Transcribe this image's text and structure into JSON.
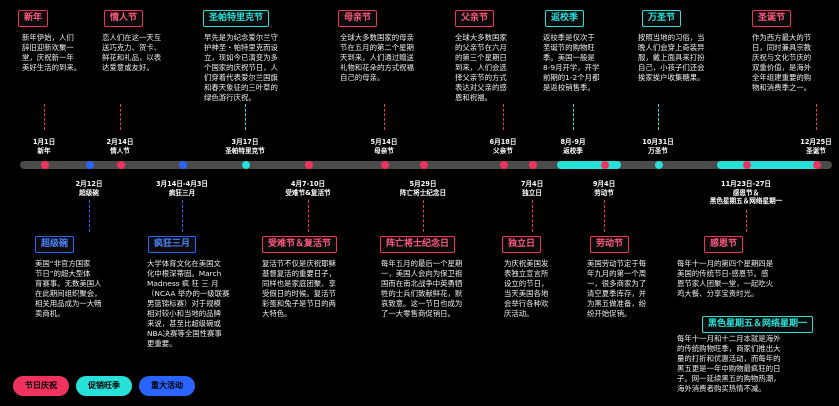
{
  "top_events": [
    {
      "tag": "新年",
      "date": "1月1日",
      "sub": "新年",
      "desc": "新年伊始，人们\n辞旧迎新欢聚一\n堂，庆祝新一年\n美好生活的到来。"
    },
    {
      "tag": "情人节",
      "date": "2月14日",
      "sub": "情人节",
      "desc": "恋人们在这一天互\n送巧克力、贺卡、\n鲜花和礼品，以表\n达爱意或友好。"
    },
    {
      "tag": "圣帕特里克节",
      "date": "3月17日",
      "sub": "圣帕特里克节",
      "desc": "早先是为纪念爱尔兰守\n护神圣・帕特里克而设\n立，现如今已演变为多\n个国家的庆祝节日，人\n们穿着代表爱尔兰国旗\n和春天象征的三叶草的\n绿色游行庆祝。"
    },
    {
      "tag": "母亲节",
      "date": "5月14日",
      "sub": "母亲节",
      "desc": "全球大多数国家的母亲\n节在五月的第二个星期\n天到来，人们通过赠送\n礼物和花朵的方式祝福\n自己的母亲。"
    },
    {
      "tag": "父亲节",
      "date": "6月18日",
      "sub": "父亲节",
      "desc": "全球大多数国家\n的父亲节在六月\n的第三个星期日\n到来，人们会选\n择父亲节的方式\n表达对父亲的感\n恩和祝福。"
    },
    {
      "tag": "返校季",
      "date": "8月-9月",
      "sub": "返校季",
      "desc": "返校季是仅次于\n圣诞节的购物旺\n季。美国一般是\n8-9月开学，开学\n前期的1-2个月都\n是返校销售季。"
    },
    {
      "tag": "万圣节",
      "date": "10月31日",
      "sub": "万圣节",
      "desc": "按照当地的习俗，当\n晚人们会穿上奇装异\n服，戴上面具来打扮\n自己，小孩子们还会\n挨家挨户收集糖果。"
    },
    {
      "tag": "圣诞节",
      "date": "12月25日",
      "sub": "圣诞节",
      "desc": "作为西方最大的节\n日，同时兼具宗教\n庆祝与文化节庆的\n双重价值，是海外\n全年组建重要的购\n物和消费季之一。"
    }
  ],
  "bottom_events": [
    {
      "tag": "超级碗",
      "date": "2月12日",
      "sub": "超级碗",
      "desc": "美国“非官方国家\n节日”的超大型体\n育赛事。无数美国人\n在此期间组织聚会，\n相关用品成为一大畅\n卖商机。"
    },
    {
      "tag": "疯狂三月",
      "date": "3月14日-4月3日",
      "sub": "疯狂三月",
      "desc": "大学体育文化在美国文\n化中根深蒂固。March\nMadness 疯 狂 三 月\n（NCAA 举办的一级联赛\n男篮锦标赛）对于规模\n相对较小和当地的品牌\n来说，甚至比超级碗或\nNBA决赛等全国性赛事\n更重要。"
    },
    {
      "tag": "受难节＆复活节",
      "date": "4月7-10日",
      "sub": "受难节&复活节",
      "desc": "复活节不仅是庆祝耶稣\n基督复活的重要日子，\n同样也是家庭团聚、享\n受假日的时候。复活节\n彩蛋和兔子是节日的两\n大特色。"
    },
    {
      "tag": "阵亡将士纪念日",
      "date": "5月29日",
      "sub": "阵亡将士纪念日",
      "desc": "每年五月的最后一个星期\n一，美国人会向为保卫祖\n国而在南北战争中英勇牺\n牲的士兵们致献鲜花，默\n哀致意。这一节日也成为\n了一大零售商促销日。"
    },
    {
      "tag": "独立日",
      "date": "7月4日",
      "sub": "独立日",
      "desc": "为庆祝美国发\n表独立宣言所\n设立的节日，\n当天美国各地\n会举行各种欢\n庆活动。"
    },
    {
      "tag": "劳动节",
      "date": "9月4日",
      "sub": "劳动节",
      "desc": "美国劳动节定于每\n年九月的第一个周\n一，很多商家为了\n清空夏季库存，并\n为黑五做准备，纷\n纷开始促销。"
    },
    {
      "tag": "感恩节",
      "date": "11月23日-27日",
      "sub": "感恩节＆\n黑色星期五＆网络星期一",
      "desc": "每年十一月的第四个星期四是\n美国的传统节日-感恩节。感\n恩节家人团聚一堂，一起吃火\n鸡大餐、分享宝贵时光。"
    },
    {
      "tag": "黑色星期五＆网络星期一",
      "desc": "每年十一月和十二月本就是海外\n的传统购物旺季，商家们推出大\n量的打折和优惠活动，而每年的\n黑五更是一年中购物最疯狂的日\n子。网一延续黑五的购物热潮，\n海外消费者购买热情不减。"
    }
  ],
  "legend": [
    "节日庆祝",
    "促销旺季",
    "重大活动"
  ],
  "colors": {
    "festival": "#f0325e",
    "promotion": "#27e0d8",
    "major": "#2a63ff"
  }
}
